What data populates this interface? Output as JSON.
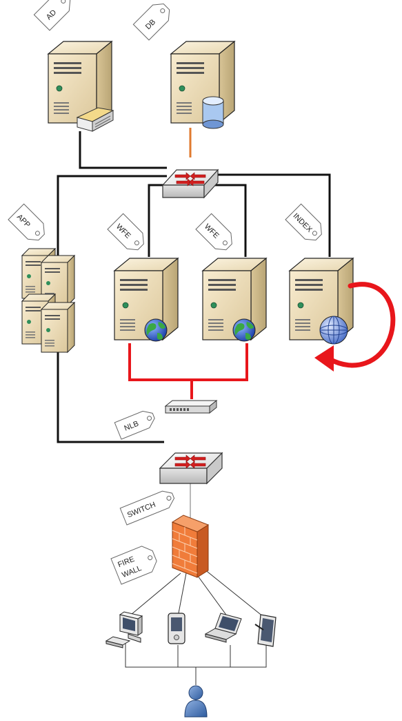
{
  "labels": {
    "ad": "AD",
    "db": "DB",
    "app": "APP",
    "wfe1": "WFE",
    "wfe2": "WFE",
    "index": "INDEX",
    "nlb": "NLB",
    "switch": "SWITCH",
    "firewall_line1": "FIRE",
    "firewall_line2": "WALL"
  },
  "colors": {
    "black_link": "#111111",
    "db_link": "#e07a2e",
    "nlb_link": "#e8161b",
    "crawl_arrow": "#e8161b",
    "server_face": "#efe0bd",
    "server_side": "#cbb98d",
    "firewall": "#f07c3a"
  },
  "icons": [
    "server-icon",
    "database-icon",
    "globe-icon",
    "switch-icon",
    "load-balancer-icon",
    "firewall-icon",
    "desktop-pc-icon",
    "pda-icon",
    "laptop-icon",
    "tablet-icon",
    "user-icon"
  ]
}
